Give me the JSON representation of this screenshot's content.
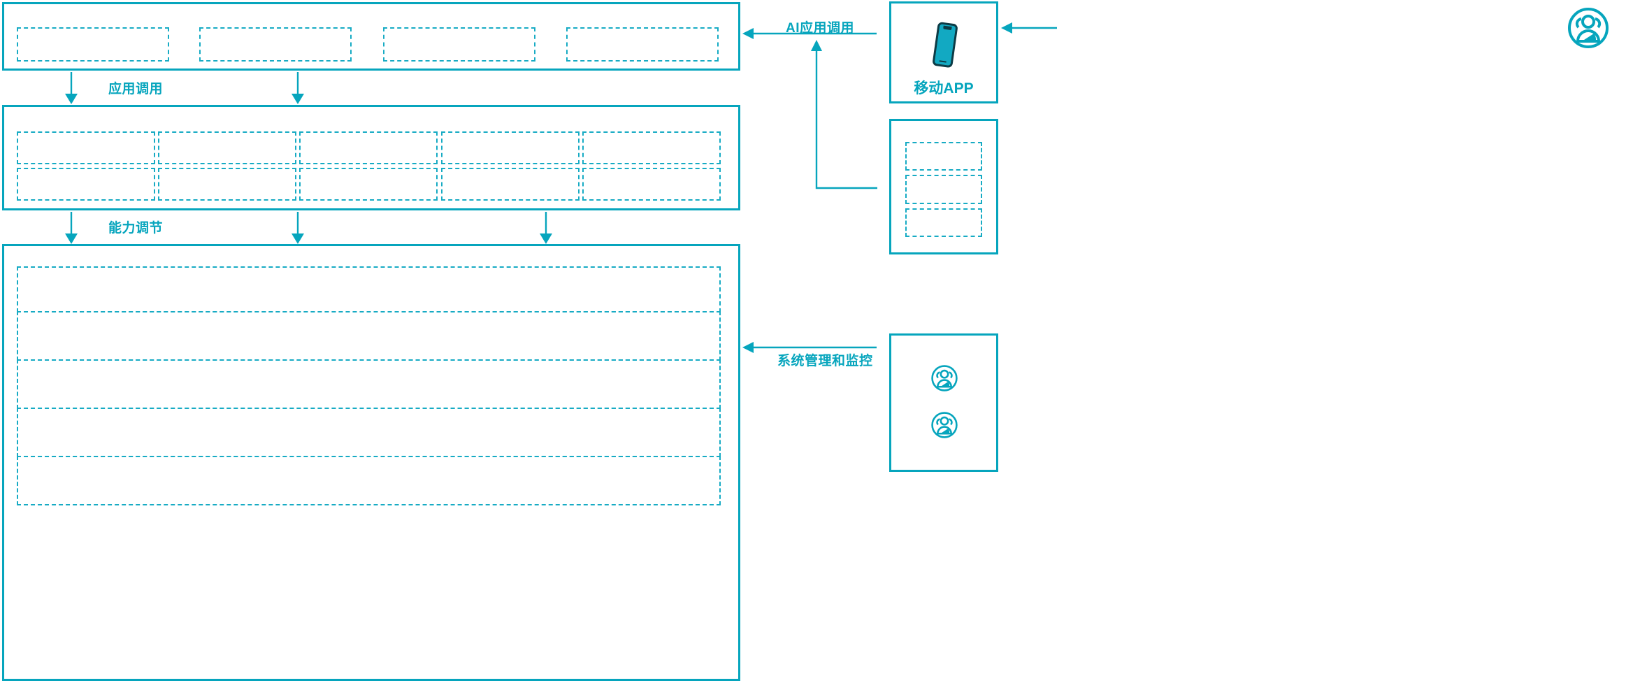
{
  "theme": {
    "accent": "#06a5bd",
    "dash": "#17abc4",
    "background": "#ffffff"
  },
  "diagram": {
    "title": "",
    "layers": [
      {
        "name": "application-layer",
        "cells": [
          "",
          "",
          "",
          ""
        ]
      },
      {
        "name": "capability-layer",
        "cells_row1": [
          "",
          "",
          "",
          "",
          ""
        ],
        "cells_row2": [
          "",
          "",
          "",
          "",
          ""
        ]
      },
      {
        "name": "platform-layer",
        "rows": [
          "",
          "",
          "",
          "",
          ""
        ]
      }
    ],
    "connectors": [
      {
        "id": "app-call",
        "label": "应用调用"
      },
      {
        "id": "capability-adjust",
        "label": "能力调节"
      },
      {
        "id": "ai-app-call",
        "label": "AI应用调用"
      },
      {
        "id": "system-mgmt-monitor",
        "label": "系统管理和监控"
      }
    ],
    "side_panels": [
      {
        "id": "mobile-app-panel",
        "caption": "移动APP",
        "icon": "smartphone-icon"
      },
      {
        "id": "channel-panel",
        "caption": "",
        "cells": [
          "",
          "",
          ""
        ]
      },
      {
        "id": "operations-panel",
        "caption": "",
        "icons": [
          "users-group-icon",
          "users-group-icon"
        ]
      }
    ],
    "actors": [
      {
        "id": "end-user",
        "icon": "users-group-icon",
        "label": ""
      }
    ]
  }
}
